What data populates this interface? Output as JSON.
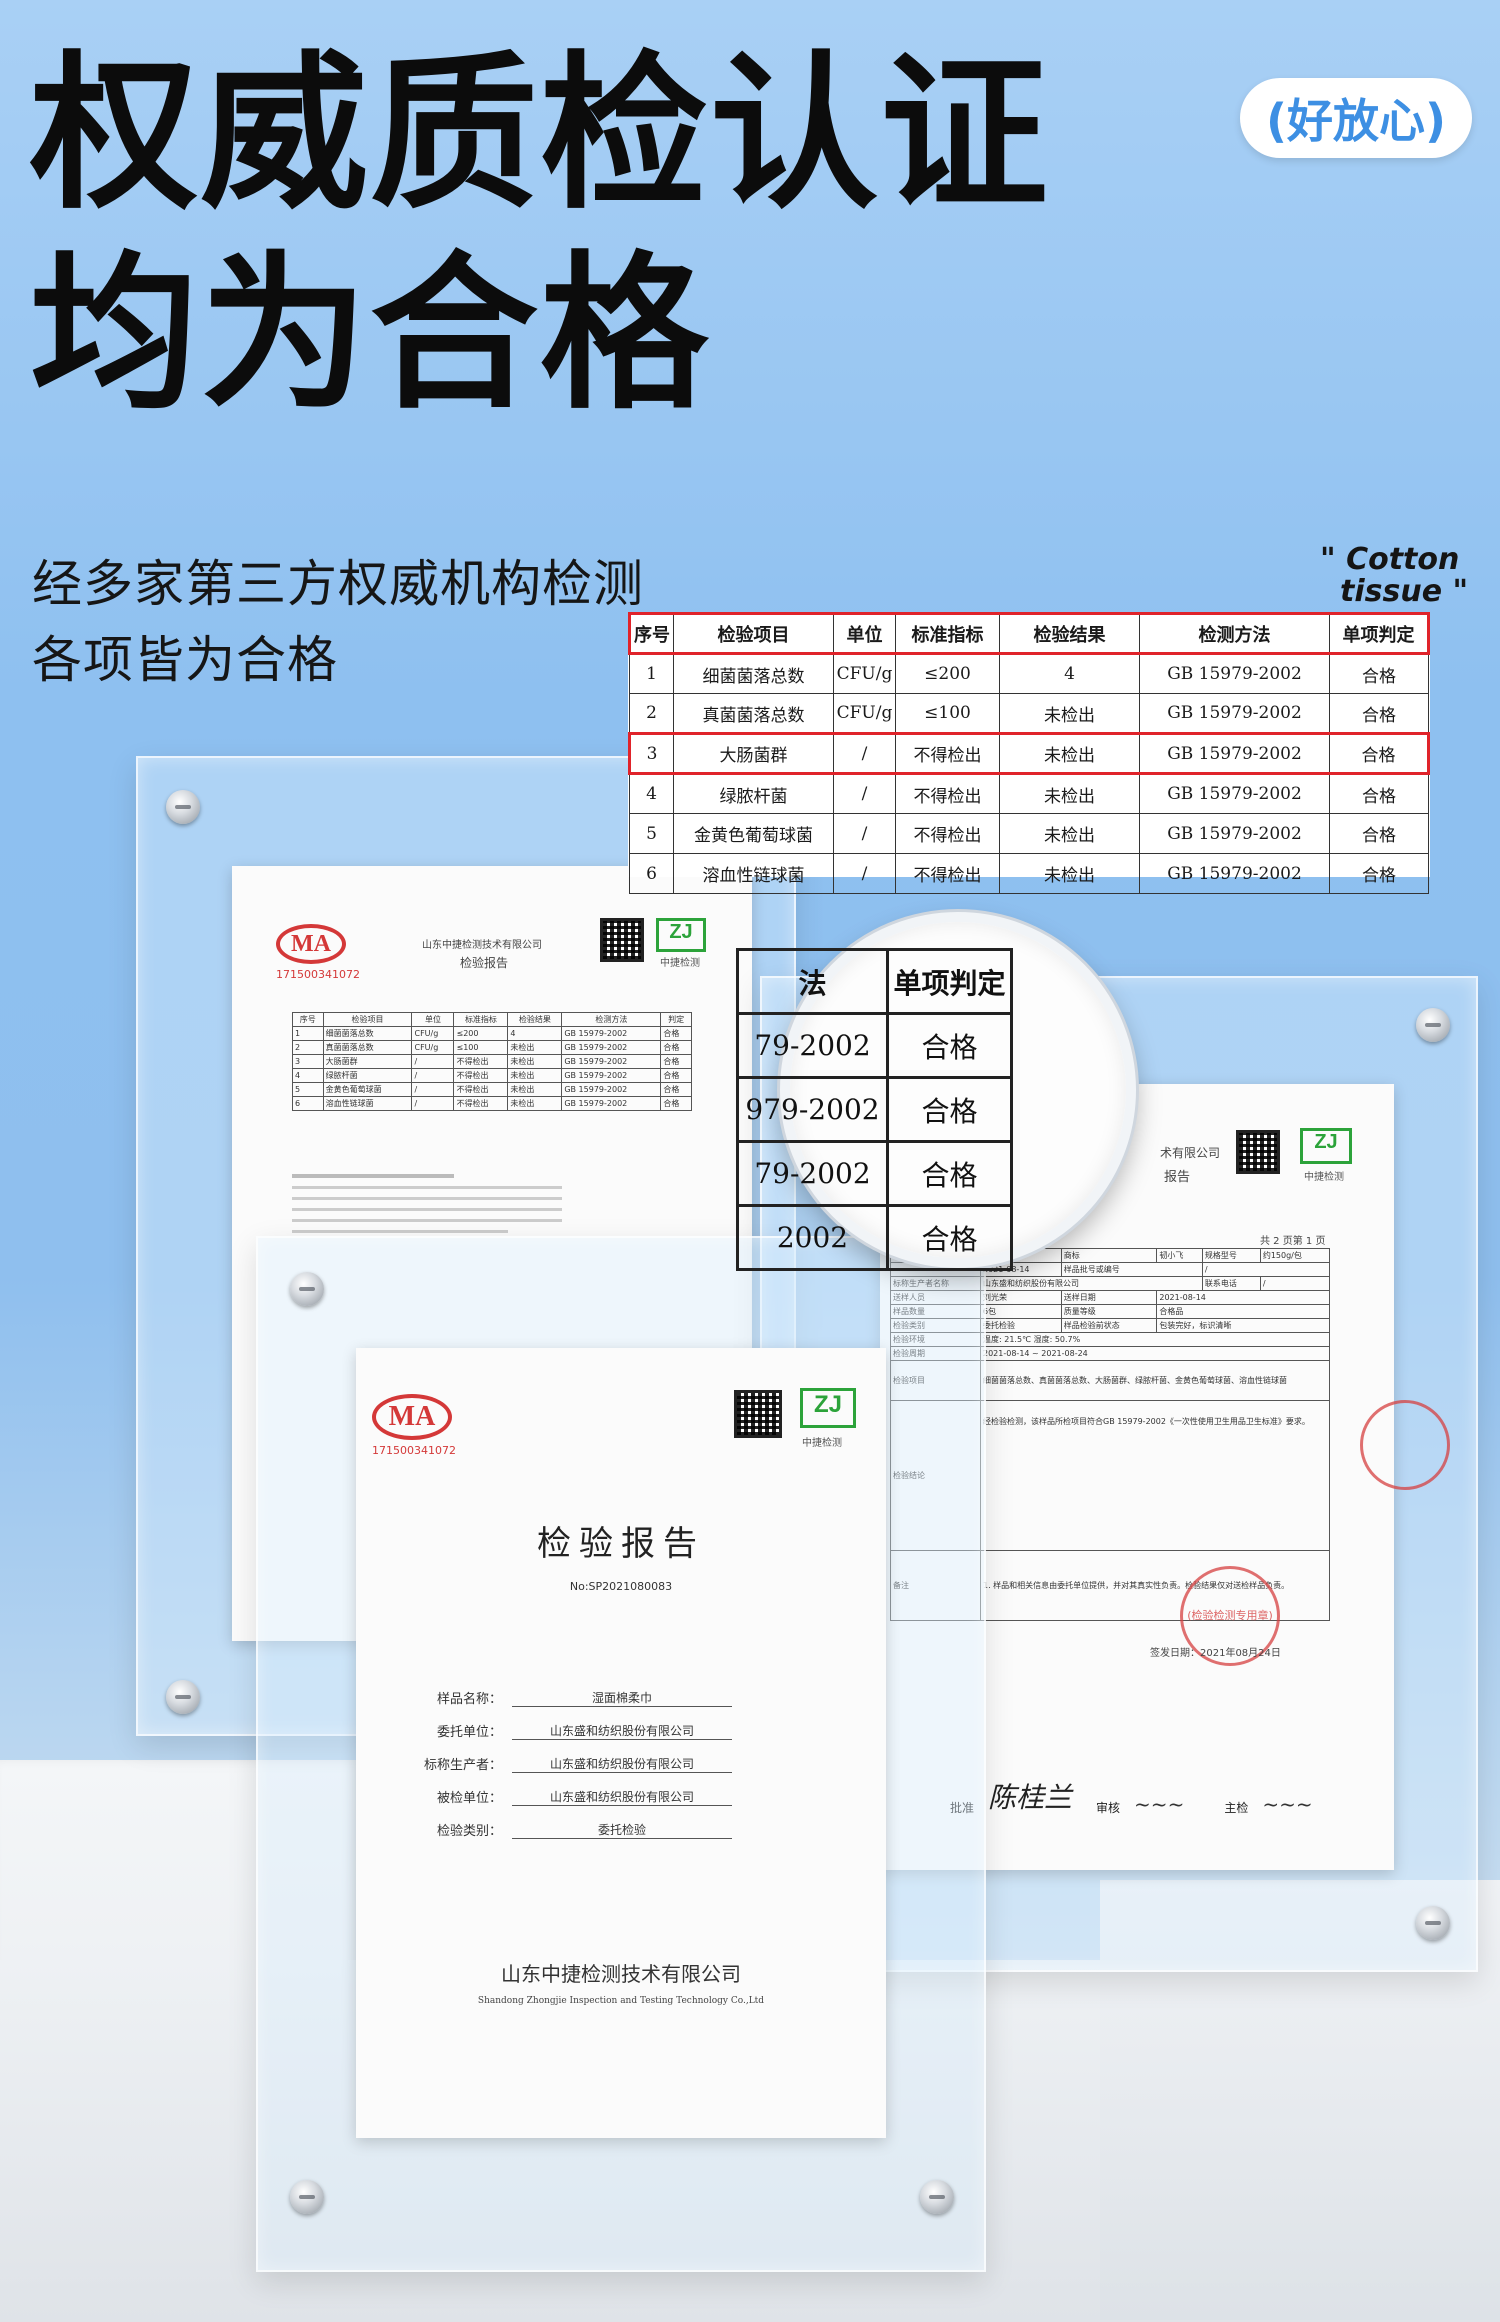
{
  "headline": {
    "line1": "权威质检认证",
    "line2": "均为合格",
    "badge": "(好放心)"
  },
  "subtitle": {
    "line1": "经多家第三方权威机构检测",
    "line2": "各项皆为合格"
  },
  "tagline": {
    "line1": "\" Cotton",
    "line2": "tissue \""
  },
  "results_table": {
    "headers": [
      "序号",
      "检验项目",
      "单位",
      "标准指标",
      "检验结果",
      "检测方法",
      "单项判定"
    ],
    "rows": [
      [
        "1",
        "细菌菌落总数",
        "CFU/g",
        "≤200",
        "4",
        "GB 15979-2002",
        "合格"
      ],
      [
        "2",
        "真菌菌落总数",
        "CFU/g",
        "≤100",
        "未检出",
        "GB 15979-2002",
        "合格"
      ],
      [
        "3",
        "大肠菌群",
        "/",
        "不得检出",
        "未检出",
        "GB 15979-2002",
        "合格"
      ],
      [
        "4",
        "绿脓杆菌",
        "/",
        "不得检出",
        "未检出",
        "GB 15979-2002",
        "合格"
      ],
      [
        "5",
        "金黄色葡萄球菌",
        "/",
        "不得检出",
        "未检出",
        "GB 15979-2002",
        "合格"
      ],
      [
        "6",
        "溶血性链球菌",
        "/",
        "不得检出",
        "未检出",
        "GB 15979-2002",
        "合格"
      ]
    ],
    "highlight_color": "#e0232a"
  },
  "magnifier": {
    "header_left": "法",
    "header_right": "单项判定",
    "rows": [
      [
        "79-2002",
        "合格"
      ],
      [
        "979-2002",
        "合格"
      ],
      [
        "79-2002",
        "合格"
      ],
      [
        "2002",
        "合格"
      ]
    ]
  },
  "report_back": {
    "ma_logo": "MA",
    "ma_code": "171500341072",
    "company_small": "山东中捷检测技术有限公司",
    "title_small": "检验报告",
    "zt_logo": "ZJ",
    "zt_sub": "中捷检测"
  },
  "report_right": {
    "company_frag": "术有限公司",
    "title_frag": "报告",
    "page_no": "共 2 页第 1 页",
    "date1": "2021-08-14",
    "entrust": "山东盛和纺织股份有限公司",
    "sampler": "刘光荣",
    "env": "温度: 21.5℃ 湿度: 50.7%",
    "period": "2021-08-14 ~ 2021-08-24",
    "items": "细菌菌落总数、真菌菌落总数、大肠菌群、绿脓杆菌、金黄色葡萄球菌、溶血性链球菌",
    "conclusion": "经检验检测，该样品所检项目符合GB 15979-2002《一次性使用卫生用品卫生标准》要求。",
    "stamp_text": "(检验检测专用章)",
    "sign_date": "签发日期：2021年08月24日",
    "remark": "1. 样品和相关信息由委托单位提供，并对其真实性负责。检验结果仅对送检样品负责。",
    "sign1_label": "批准",
    "sign1": "陈桂兰",
    "sign2_label": "审核",
    "sign3_label": "主检"
  },
  "report_cover": {
    "ma_logo": "MA",
    "ma_code": "171500341072",
    "zt_logo": "ZJ",
    "zt_sub": "中捷检测",
    "title": "检验报告",
    "number": "No:SP2021080083",
    "fields": [
      {
        "label": "样品名称：",
        "value": "湿面棉柔巾"
      },
      {
        "label": "委托单位：",
        "value": "山东盛和纺织股份有限公司"
      },
      {
        "label": "标称生产者：",
        "value": "山东盛和纺织股份有限公司"
      },
      {
        "label": "被检单位：",
        "value": "山东盛和纺织股份有限公司"
      },
      {
        "label": "检验类别：",
        "value": "委托检验"
      }
    ],
    "company": "山东中捷检测技术有限公司",
    "company_en": "Shandong Zhongjie Inspection and Testing Technology Co.,Ltd"
  }
}
